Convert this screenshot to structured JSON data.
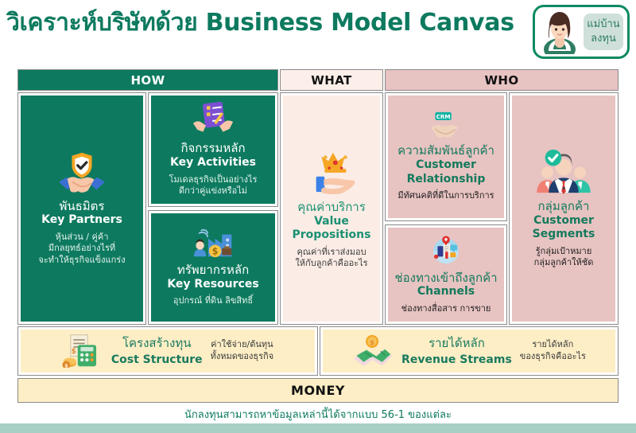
{
  "header": {
    "title": "วิเคราะห์บริษัทด้วย Business Model Canvas",
    "logo": {
      "avatar_icon": "woman-avatar-icon",
      "line1": "แม่บ้าน",
      "line2": "ลงทุน"
    }
  },
  "canvas": {
    "column_headers": {
      "how": "HOW",
      "what": "WHAT",
      "who": "WHO"
    },
    "blocks": {
      "key_partners": {
        "icon": "handshake-shield-icon",
        "title_th": "พันธมิตร",
        "title_en": "Key Partners",
        "desc": "หุ้นส่วน / คู่ค้า\nมีกลยุทธ์อย่างไรที่\nจะทำให้ธุรกิจแข็งแกร่ง"
      },
      "key_activities": {
        "icon": "clipboard-checklist-pen-icon",
        "title_th": "กิจกรรมหลัก",
        "title_en": "Key Activities",
        "desc": "โมเดลธุรกิจเป็นอย่างไร\nดีกว่าคู่แข่งหรือไม่"
      },
      "key_resources": {
        "icon": "factory-money-worker-icon",
        "title_th": "ทรัพยากรหลัก",
        "title_en": "Key Resources",
        "desc": "อุปกรณ์ ที่ดิน ลิขสิทธิ์"
      },
      "value_propositions": {
        "icon": "hand-crown-icon",
        "title_th": "คุณค่าบริการ",
        "title_en_line1": "Value",
        "title_en_line2": "Propositions",
        "desc": "คุณค่าที่เราส่งมอบ\nให้กับลูกค้าคืออะไร"
      },
      "customer_relationship": {
        "icon": "crm-handshake-icon",
        "icon_badge": "CRM",
        "title_th": "ความสัมพันธ์ลูกค้า",
        "title_en_line1": "Customer",
        "title_en_line2": "Relationship",
        "desc": "มีทัศนคติที่ดีในการบริการ"
      },
      "channels": {
        "icon": "multichannel-media-icon",
        "title_th": "ช่องทางเข้าถึงลูกค้า",
        "title_en": "Channels",
        "desc": "ช่องทางสื่อสาร การขาย"
      },
      "customer_segments": {
        "icon": "people-group-check-icon",
        "title_th": "กลุ่มลูกค้า",
        "title_en_line1": "Customer",
        "title_en_line2": "Segments",
        "desc": "รู้กลุ่มเป้าหมาย\nกลุ่มลูกค้าให้ชัด"
      },
      "cost_structure": {
        "icon": "calculator-coins-icon",
        "title_th": "โครงสร้างทุน",
        "title_en": "Cost Structure",
        "desc": "ค่าใช้จ่าย/ต้นทุน\nทั้งหมดของธุรกิจ"
      },
      "revenue_streams": {
        "icon": "cash-coin-icon",
        "title_th": "รายได้หลัก",
        "title_en": "Revenue Streams",
        "desc": "รายได้หลัก\nของธุรกิจคืออะไร"
      }
    },
    "money_bar": "MONEY"
  },
  "footer": {
    "note": "นักลงทุนสามารถหาข้อมูลเหล่านี้ได้จากแบบ  56-1 ของแต่ละ"
  },
  "colors": {
    "brand_green": "#0d7a5f",
    "header_pink": "#e7c3c2",
    "header_peach": "#fcefe9",
    "money_cream": "#fdeec6",
    "footer_bar": "#a8cfc4"
  }
}
